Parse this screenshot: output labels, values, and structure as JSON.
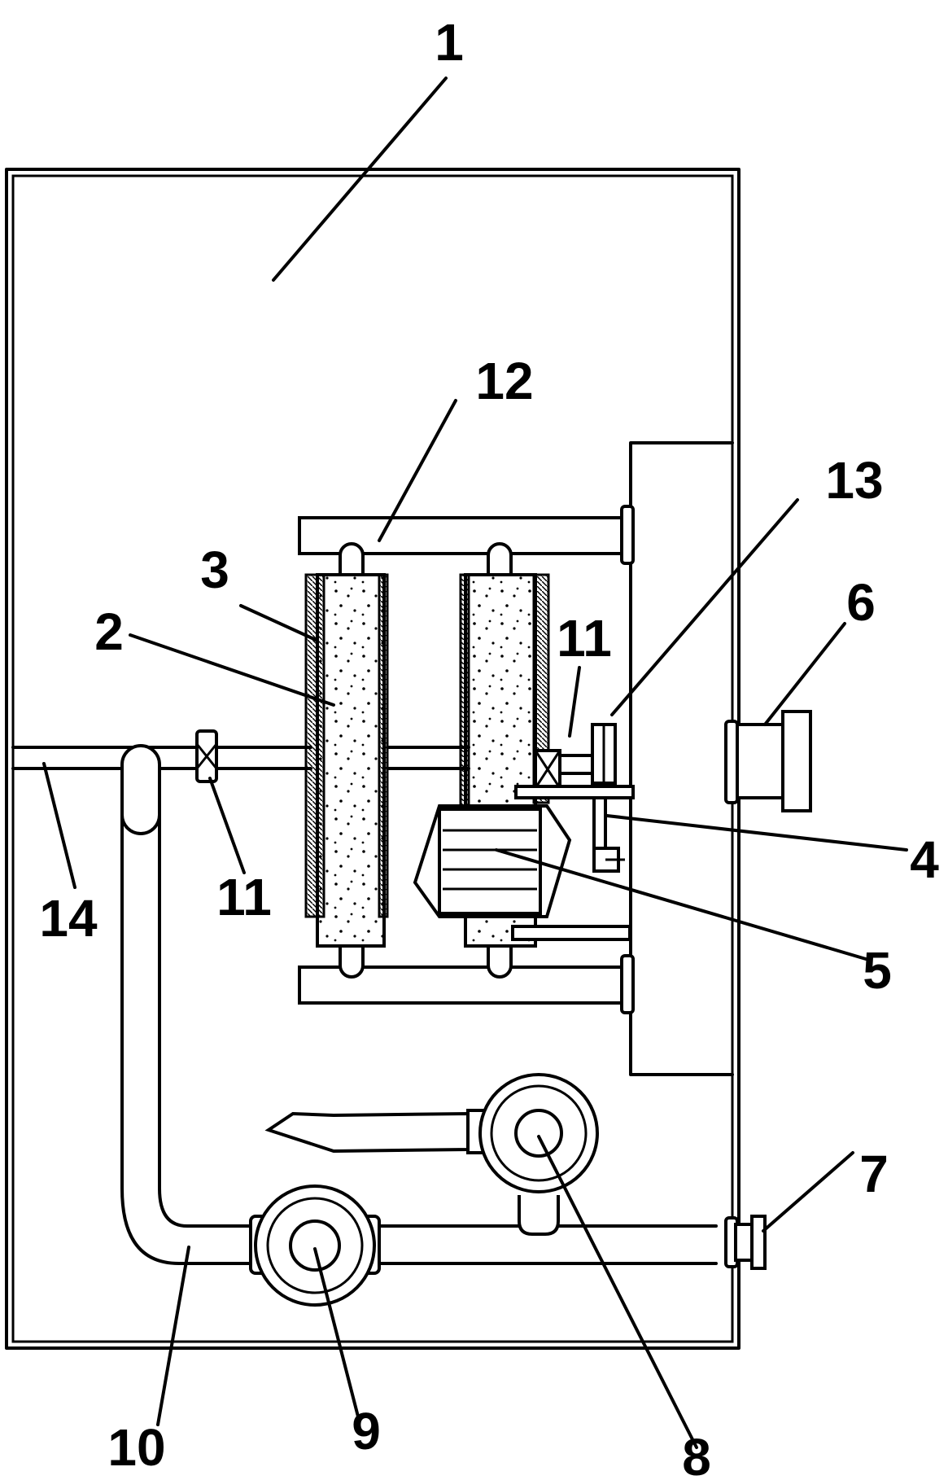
{
  "figure": {
    "labels": {
      "l1": "1",
      "l2": "2",
      "l3": "3",
      "l4": "4",
      "l5": "5",
      "l6": "6",
      "l7": "7",
      "l8": "8",
      "l9": "9",
      "l10": "10",
      "l11a": "11",
      "l11b": "11",
      "l12": "12",
      "l13": "13",
      "l14": "14"
    },
    "line_color": "#000000",
    "background": "#ffffff"
  }
}
